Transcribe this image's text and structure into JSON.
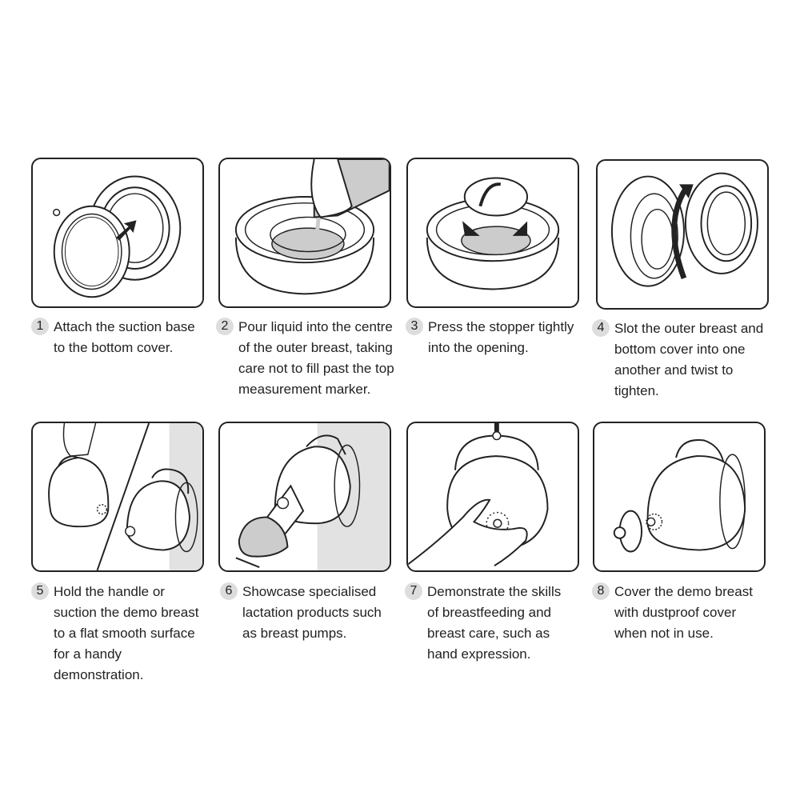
{
  "steps": [
    {
      "number": "1",
      "text": "Attach the suction base to the bottom cover."
    },
    {
      "number": "2",
      "text": "Pour liquid into the centre of the outer breast, taking care not to fill past the top measurement marker."
    },
    {
      "number": "3",
      "text": "Press the stopper tightly into the opening."
    },
    {
      "number": "4",
      "text": "Slot  the outer breast and bottom cover into one another and twist to tighten."
    },
    {
      "number": "5",
      "text": "Hold the handle or suction the demo breast to a flat smooth surface for a handy demonstration."
    },
    {
      "number": "6",
      "text": "Showcase specialised lactation products such as breast pumps."
    },
    {
      "number": "7",
      "text": "Demonstrate the skills of breastfeeding and breast care, such as hand expression."
    },
    {
      "number": "8",
      "text": "Cover the demo breast with dustproof cover when not in use."
    }
  ],
  "colors": {
    "line": "#222222",
    "fill_gray": "#cccccc",
    "badge": "#dddddd"
  }
}
